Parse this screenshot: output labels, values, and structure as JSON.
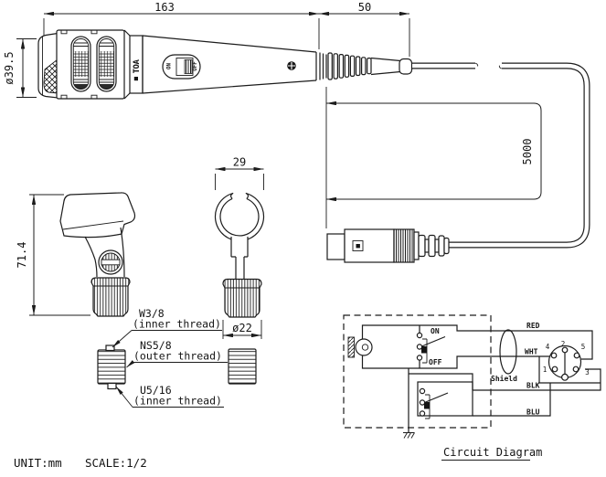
{
  "drawing": {
    "brand_logo": "TOA",
    "unit_label": "UNIT:mm",
    "scale_label": "SCALE:1/2",
    "dims": {
      "body_length": "163",
      "grip_length": "50",
      "head_diameter": "ø39.5",
      "cable_length": "5000",
      "holder_height": "71.4",
      "clip_width": "29",
      "base_diameter": "ø22"
    },
    "mic_switch": {
      "on": "ON",
      "off": "OFF"
    },
    "threads": {
      "w38": "W3/8",
      "w38_type": "(inner thread)",
      "ns58": "NS5/8",
      "ns58_type": "(outer thread)",
      "u516": "U5/16",
      "u516_type": "(inner thread)"
    },
    "circuit": {
      "title": "Circuit Diagram",
      "sw_on": "ON",
      "sw_off": "OFF",
      "shield": "Shield",
      "wires": {
        "red": "RED",
        "wht": "WHT",
        "blk": "BLK",
        "blu": "BLU"
      },
      "pins": {
        "p1": "1",
        "p2": "2",
        "p3": "3",
        "p4": "4",
        "p5": "5"
      }
    }
  }
}
